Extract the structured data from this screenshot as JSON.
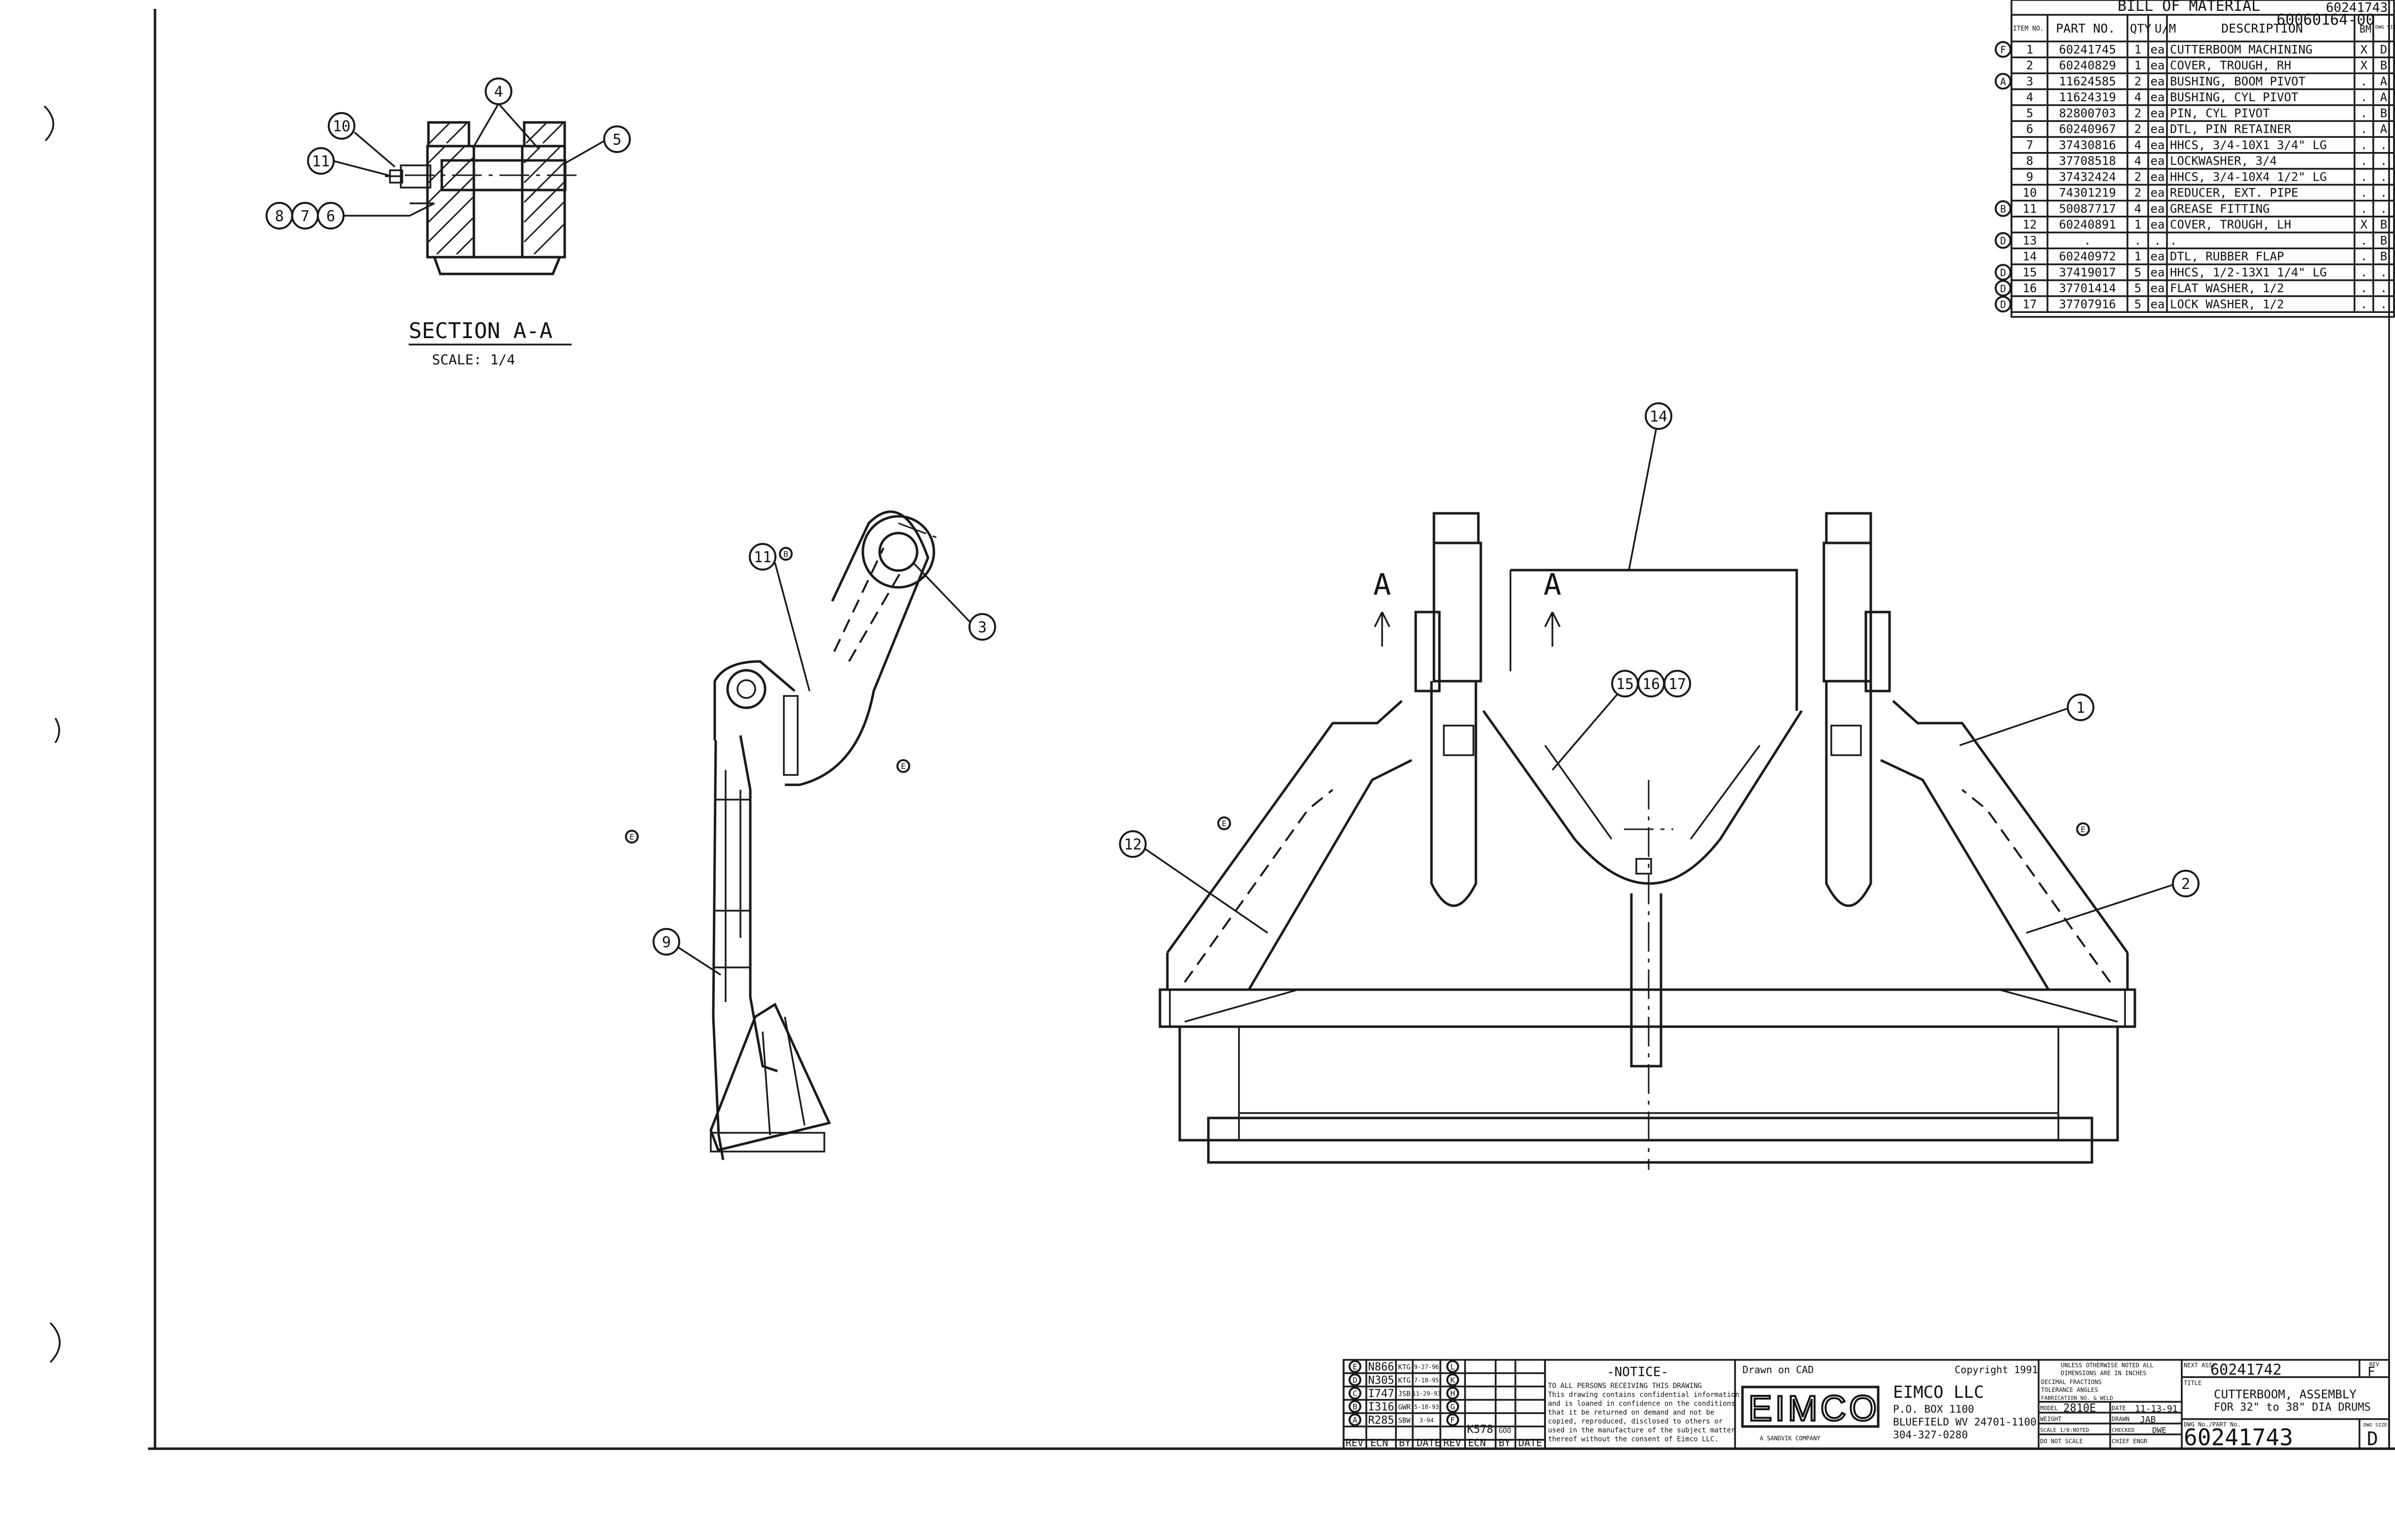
{
  "bom": {
    "title": "BILL OF MATERIAL",
    "assy_no": "60241743",
    "stamp": "60060164-00",
    "headers": [
      "ITEM NO.",
      "PART NO.",
      "QTY",
      "U/M",
      "DESCRIPTION",
      "BM",
      "DWG SIZE"
    ],
    "rows": [
      {
        "rev": "F",
        "item": "1",
        "part": "60241745",
        "qty": "1",
        "um": "ea",
        "desc": "CUTTERBOOM MACHINING",
        "bm": "X",
        "size": "D"
      },
      {
        "rev": "",
        "item": "2",
        "part": "60240829",
        "qty": "1",
        "um": "ea",
        "desc": "COVER, TROUGH, RH",
        "bm": "X",
        "size": "B"
      },
      {
        "rev": "A",
        "item": "3",
        "part": "11624585",
        "qty": "2",
        "um": "ea",
        "desc": "BUSHING, BOOM PIVOT",
        "bm": ".",
        "size": "A"
      },
      {
        "rev": "",
        "item": "4",
        "part": "11624319",
        "qty": "4",
        "um": "ea",
        "desc": "BUSHING, CYL PIVOT",
        "bm": ".",
        "size": "A"
      },
      {
        "rev": "",
        "item": "5",
        "part": "82800703",
        "qty": "2",
        "um": "ea",
        "desc": "PIN, CYL PIVOT",
        "bm": ".",
        "size": "B"
      },
      {
        "rev": "",
        "item": "6",
        "part": "60240967",
        "qty": "2",
        "um": "ea",
        "desc": "DTL, PIN RETAINER",
        "bm": ".",
        "size": "A"
      },
      {
        "rev": "",
        "item": "7",
        "part": "37430816",
        "qty": "4",
        "um": "ea",
        "desc": "HHCS, 3/4-10X1 3/4\" LG",
        "bm": ".",
        "size": "."
      },
      {
        "rev": "",
        "item": "8",
        "part": "37708518",
        "qty": "4",
        "um": "ea",
        "desc": "LOCKWASHER, 3/4",
        "bm": ".",
        "size": "."
      },
      {
        "rev": "",
        "item": "9",
        "part": "37432424",
        "qty": "2",
        "um": "ea",
        "desc": "HHCS, 3/4-10X4 1/2\" LG",
        "bm": ".",
        "size": "."
      },
      {
        "rev": "",
        "item": "10",
        "part": "74301219",
        "qty": "2",
        "um": "ea",
        "desc": "REDUCER, EXT. PIPE",
        "bm": ".",
        "size": "."
      },
      {
        "rev": "B",
        "item": "11",
        "part": "50087717",
        "qty": "4",
        "um": "ea",
        "desc": "GREASE FITTING",
        "bm": ".",
        "size": "."
      },
      {
        "rev": "",
        "item": "12",
        "part": "60240891",
        "qty": "1",
        "um": "ea",
        "desc": "COVER, TROUGH, LH",
        "bm": "X",
        "size": "B"
      },
      {
        "rev": "D",
        "item": "13",
        "part": ".",
        "qty": ".",
        "um": ".",
        "desc": ".",
        "bm": ".",
        "size": "B"
      },
      {
        "rev": "",
        "item": "14",
        "part": "60240972",
        "qty": "1",
        "um": "ea",
        "desc": "DTL, RUBBER FLAP",
        "bm": ".",
        "size": "B"
      },
      {
        "rev": "D",
        "item": "15",
        "part": "37419017",
        "qty": "5",
        "um": "ea",
        "desc": "HHCS, 1/2-13X1 1/4\" LG",
        "bm": ".",
        "size": "."
      },
      {
        "rev": "D",
        "item": "16",
        "part": "37701414",
        "qty": "5",
        "um": "ea",
        "desc": "FLAT WASHER, 1/2",
        "bm": ".",
        "size": "."
      },
      {
        "rev": "D",
        "item": "17",
        "part": "37707916",
        "qty": "5",
        "um": "ea",
        "desc": "LOCK WASHER, 1/2",
        "bm": ".",
        "size": "."
      }
    ]
  },
  "section": {
    "title": "SECTION A-A",
    "scale": "SCALE: 1/4",
    "balloons": [
      "4",
      "10",
      "11",
      "5",
      "8",
      "7",
      "6"
    ]
  },
  "side_view": {
    "balloons": [
      "11",
      "3",
      "9"
    ],
    "rev_marks": [
      "B",
      "E",
      "E"
    ]
  },
  "front_view": {
    "section_marks": [
      "A",
      "A"
    ],
    "balloons": [
      "14",
      "15",
      "16",
      "17",
      "1",
      "12",
      "2"
    ],
    "rev_marks": [
      "E",
      "E"
    ]
  },
  "revisions": {
    "headers": [
      "REV",
      "ECN",
      "BY",
      "DATE",
      "REV",
      "ECN",
      "BY",
      "DATE"
    ],
    "rows": [
      {
        "rev": "E",
        "ecn": "N866",
        "by": "KTG",
        "date": "9-27-96"
      },
      {
        "rev": "D",
        "ecn": "N305",
        "by": "KTG",
        "date": "7-18-95"
      },
      {
        "rev": "C",
        "ecn": "I747",
        "by": "JSB",
        "date": "11-29-93"
      },
      {
        "rev": "B",
        "ecn": "I316",
        "by": "GWR",
        "date": "5-18-93"
      },
      {
        "rev": "A",
        "ecn": "R285",
        "by": "SBW",
        "date": "3-94"
      }
    ],
    "right_letters": [
      "L",
      "K",
      "H",
      "G",
      "F"
    ],
    "extra": {
      "ecn": "K578",
      "by": "GOO"
    }
  },
  "notice": {
    "heading": "-NOTICE-",
    "lines": [
      "TO ALL PERSONS RECEIVING THIS DRAWING",
      "This drawing contains confidential information",
      "and is loaned in confidence on the conditions",
      "that it be returned on demand and not be",
      "copied, reproduced, disclosed to others or",
      "used in the manufacture of the subject matter",
      "thereof without the consent of Eimco LLC."
    ]
  },
  "company": {
    "drawn_on": "Drawn on CAD",
    "copyright": "Copyright 1991",
    "logo": "EIMCO",
    "logo_sub": "A SANDVIK COMPANY",
    "name": "EIMCO LLC",
    "address": [
      "P.O. BOX 1100",
      "BLUEFIELD WV 24701-1100",
      "304-327-0280"
    ]
  },
  "tolerances": {
    "lines": [
      "UNLESS OTHERWISE NOTED ALL",
      "DIMENSIONS ARE IN INCHES",
      "DECIMAL   FRACTIONS",
      "TOLERANCE  ANGLES",
      "FABRICATION NO. & WELD"
    ],
    "model": "MODEL",
    "model_val": "2810E",
    "date_label": "DATE",
    "date_val": "11-13-91",
    "weight": "WEIGHT",
    "drawn": "DRAWN",
    "drawn_val": "JAB",
    "checked": "CHECKED",
    "checked_val": "DWE",
    "scale": "SCALE 1/8:NOTED",
    "chief": "CHIEF ENGR",
    "no_scale": "DO NOT SCALE"
  },
  "title_block": {
    "next_assy_label": "NEXT ASSY",
    "next_assy": "60241742",
    "rev_label": "REV",
    "rev": "F",
    "title_label": "TITLE",
    "title": [
      "CUTTERBOOM, ASSEMBLY",
      "FOR 32\" to 38\" DIA DRUMS"
    ],
    "dwg_label": "DWG No./PART No.",
    "dwg_no": "60241743",
    "size_label": "DWG SIZE",
    "size": "D"
  }
}
